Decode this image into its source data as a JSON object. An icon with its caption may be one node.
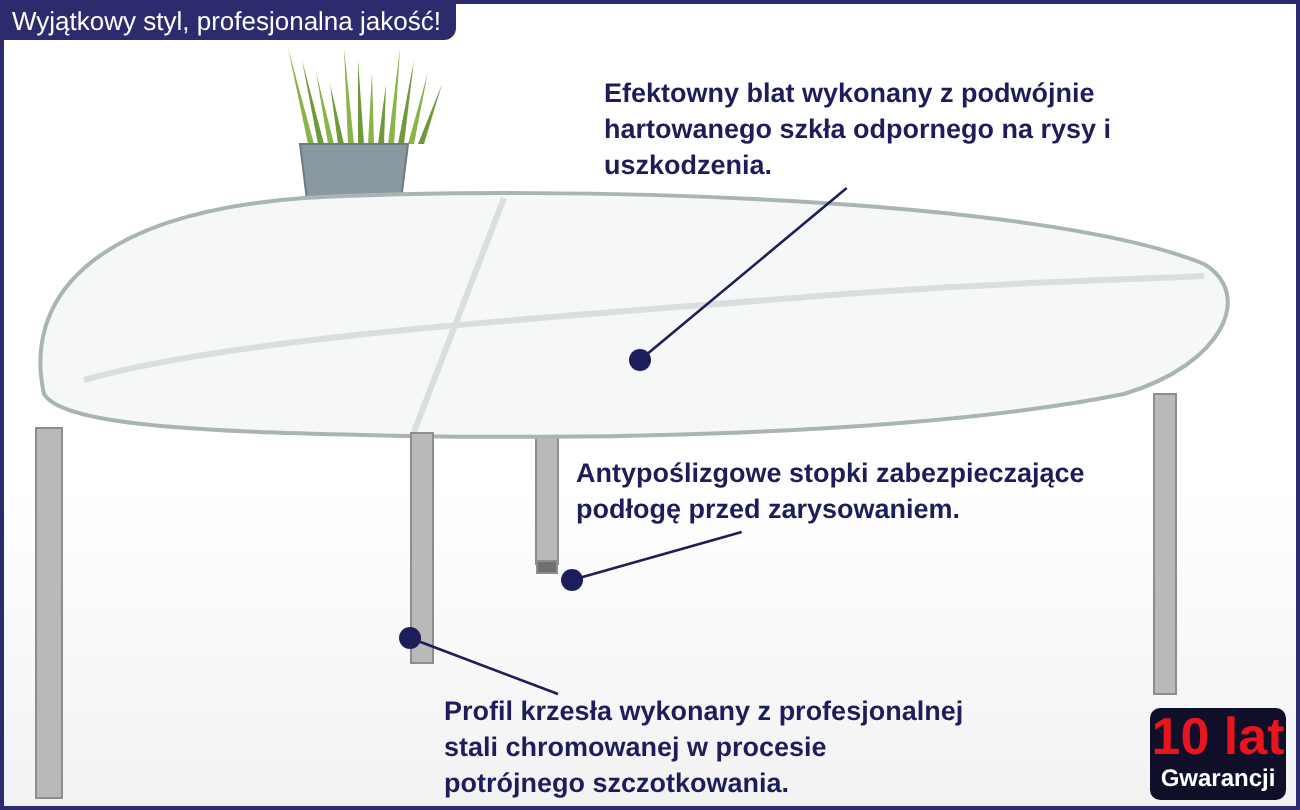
{
  "diagram": {
    "title": "Wyjątkowy styl, profesjonalna jakość!",
    "nodes": [
      {
        "text": [
          "Efektowny blat wykonany z podwójnie hartowanego szkła odpornego na rysy i uszkodzenia."
        ]
      },
      {
        "text": [],
        "shape": "picture"
      },
      {
        "text": [
          "Antypoślizgowe stopki zabezpieczające podłogę przed zarysowaniem."
        ]
      },
      {
        "text": [],
        "shape": "bar"
      },
      {
        "text": [
          "Profil krzesła wykonany z profesjonalnej stali chromowanej w procesie potrójnego szczotkowania."
        ]
      },
      {
        "text": [],
        "shape": "bar"
      },
      {
        "text": [
          "10 lat",
          "Gwarancji"
        ]
      }
    ],
    "edges": [
      {
        "from": 0,
        "to": 1,
        "arrow": "other"
      },
      {
        "from": 2,
        "to": 5,
        "arrow": "other"
      },
      {
        "from": 4,
        "to": 3,
        "arrow": "other"
      }
    ]
  }
}
